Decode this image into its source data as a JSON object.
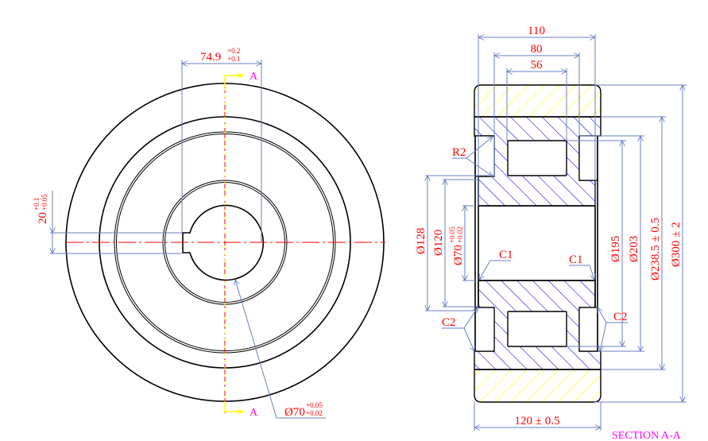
{
  "colors": {
    "object": "#000000",
    "dimension": "#6a7fc0",
    "text": "#ff0000",
    "section_label": "#ff00ff",
    "hatch_tire": "#ffff00",
    "hatch_hub": "#0000ff",
    "centerline": "#ff0000"
  },
  "front_view": {
    "section_marker_top": "A",
    "section_marker_bottom": "A",
    "key_width": {
      "value": "74.9",
      "upper": "+0.2",
      "lower": "+0.1"
    },
    "key_height": {
      "value": "20",
      "upper": "+0.1",
      "lower": "+0.05"
    },
    "bore": {
      "value": "Ø70",
      "upper": "+0.05",
      "lower": "+0.02"
    }
  },
  "section_view": {
    "title": "SECTION A-A",
    "width_110": "110",
    "width_80": "80",
    "width_56": "56",
    "total_width": "120 ± 0.5",
    "d195": "Ø195",
    "d203": "Ø203",
    "d238": "Ø238.5 ± 0.5",
    "d300": "Ø300 ± 2",
    "d128": "Ø128",
    "d120": "Ø120",
    "bore": {
      "value": "Ø70",
      "upper": "+0.05",
      "lower": "+0.02"
    },
    "radius": "R2",
    "chamfer_c1_left": "C1",
    "chamfer_c1_right": "C1",
    "chamfer_c2_left": "C2",
    "chamfer_c2_right": "C2"
  }
}
